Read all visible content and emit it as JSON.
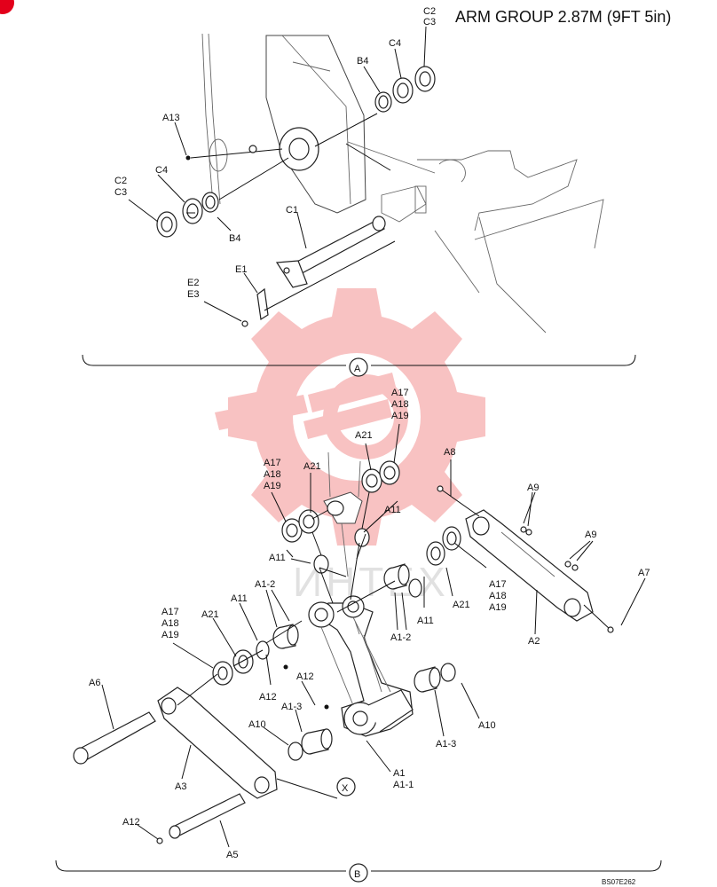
{
  "title": "ARM GROUP 2.87M (9FT 5in)",
  "figure_code": "BS07E262",
  "watermark_text": "ИНТЕХ",
  "brand_color": "#e3001b",
  "watermark_color": "#f07a7a",
  "sections": {
    "a": {
      "label": "A"
    },
    "b": {
      "label": "B"
    },
    "x": {
      "label": "X"
    }
  },
  "labels_a": {
    "c2_top": "C2",
    "c3_top": "C3",
    "c4_top": "C4",
    "b4_top": "B4",
    "a13": "A13",
    "c4_left": "C4",
    "c2_left": "C2",
    "c3_left": "C3",
    "b4_left": "B4",
    "c1": "C1",
    "e1": "E1",
    "e2": "E2",
    "e3": "E3"
  },
  "labels_b": {
    "a17_c": "A17",
    "a18_c": "A18",
    "a19_c": "A19",
    "a21_c": "A21",
    "a17_l": "A17",
    "a18_l": "A18",
    "a19_l": "A19",
    "a21_l": "A21",
    "a8": "A8",
    "a9_a": "A9",
    "a9_b": "A9",
    "a7": "A7",
    "a11_r": "A11",
    "a11_l": "A11",
    "a17_r": "A17",
    "a18_r": "A18",
    "a19_r": "A19",
    "a21_r": "A21",
    "a11_mr": "A11",
    "a1_2_l": "A1-2",
    "a1_2_r": "A1-2",
    "a11_ml": "A11",
    "a17_ll": "A17",
    "a18_ll": "A18",
    "a19_ll": "A19",
    "a21_ll": "A21",
    "a2": "A2",
    "a6": "A6",
    "a12_l": "A12",
    "a12_m": "A12",
    "a1_3_l": "A1-3",
    "a10_l": "A10",
    "a10_r": "A10",
    "a1_3_r": "A1-3",
    "a3": "A3",
    "a1": "A1",
    "a1_1": "A1-1",
    "a12_b": "A12",
    "a5": "A5"
  }
}
